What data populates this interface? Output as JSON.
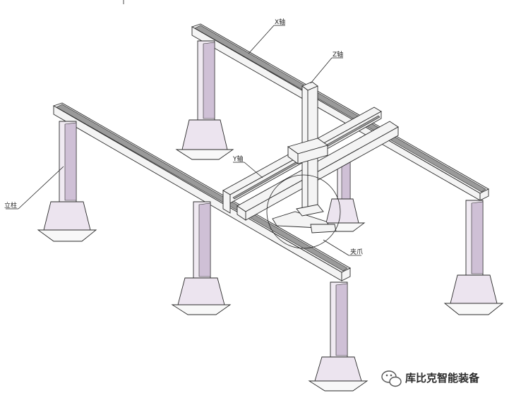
{
  "labels": {
    "x_axis": "X轴",
    "z_axis": "Z轴",
    "y_axis": "Y轴",
    "column": "立柱",
    "gripper": "夹爪"
  },
  "watermark": {
    "text": "库比克智能装备"
  },
  "colors": {
    "column_fill": "#f0eaf2",
    "column_shade": "#cfc0d6",
    "line": "#2a2a2a"
  }
}
